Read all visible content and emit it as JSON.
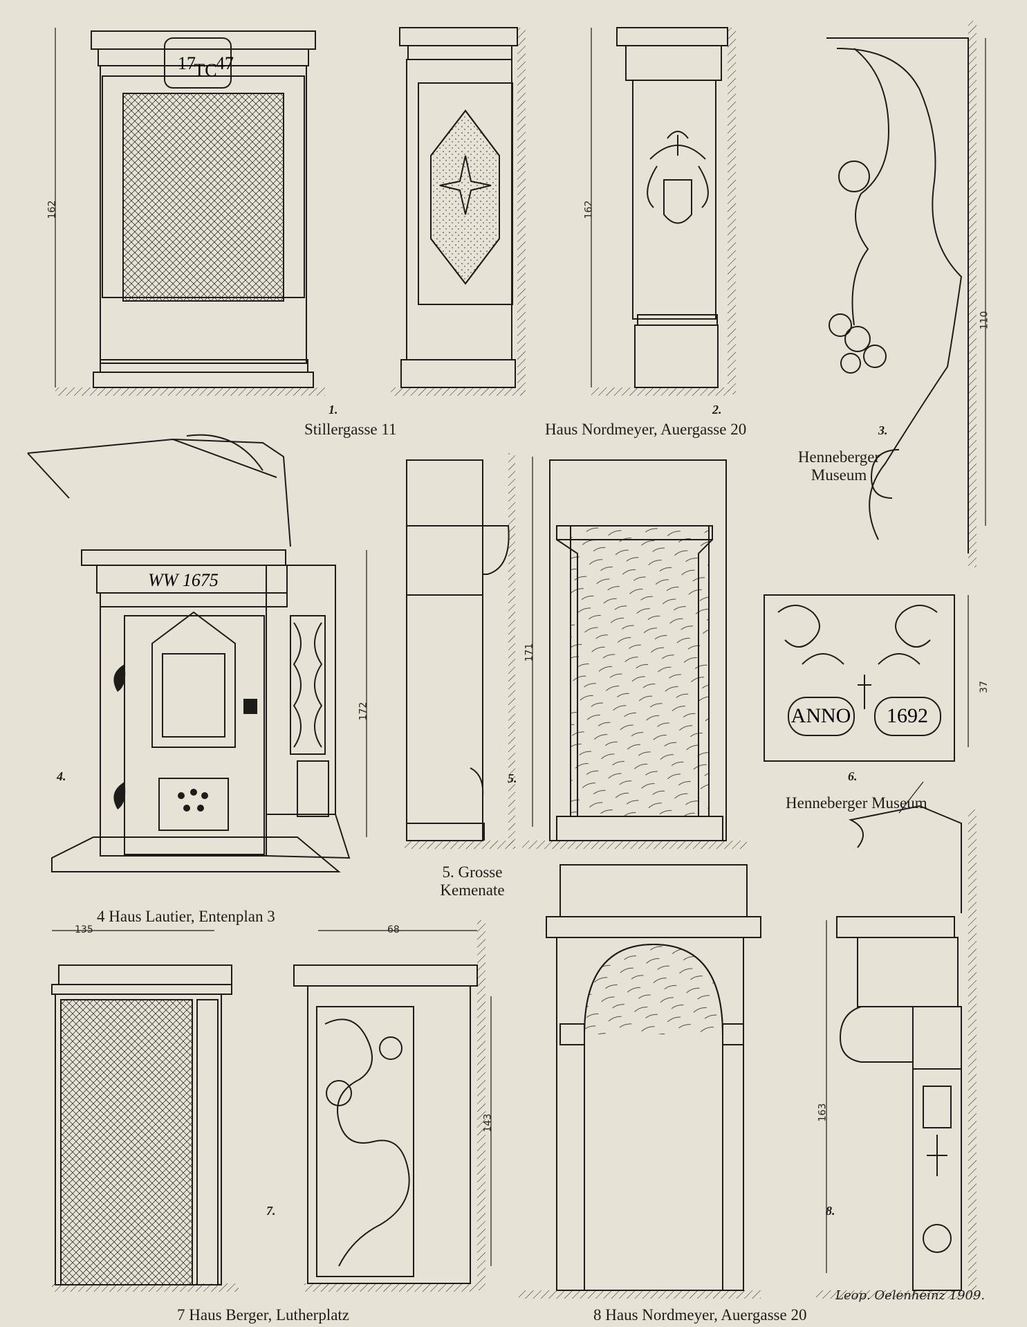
{
  "captions": {
    "fig1": "Stillergasse 11",
    "fig2": "Haus Nordmeyer, Auergasse 20",
    "fig3_line1": "Henneberger",
    "fig3_line2": "Museum",
    "fig4": "4 Haus Lautier, Entenplan 3",
    "fig5_line1": "5. Grosse",
    "fig5_line2": "Kemenate",
    "fig6": "Henneberger Museum",
    "fig7": "7 Haus Berger, Lutherplatz",
    "fig8": "8 Haus Nordmeyer, Auergasse 20"
  },
  "figure_numbers": {
    "n1": "1.",
    "n2": "2.",
    "n3": "3.",
    "n4": "4.",
    "n5": "5.",
    "n6": "6.",
    "n7": "7.",
    "n8": "8."
  },
  "dimensions": {
    "d1": "162",
    "d2": "162",
    "d3": "110",
    "d4": "172",
    "d5": "171",
    "d6": "37",
    "d7a": "135",
    "d7b": "68",
    "d7c": "143",
    "d8": "163"
  },
  "inscriptions": {
    "fig1_left": "17",
    "fig1_right": "47",
    "fig1_mono": "TC",
    "fig4_band": "WW 1675",
    "fig6_left": "ANNO",
    "fig6_right": "1692"
  },
  "signature": "Leop. Oelenheinz 1909.",
  "colors": {
    "paper": "#e6e3d6",
    "ink": "#1e1c18"
  }
}
